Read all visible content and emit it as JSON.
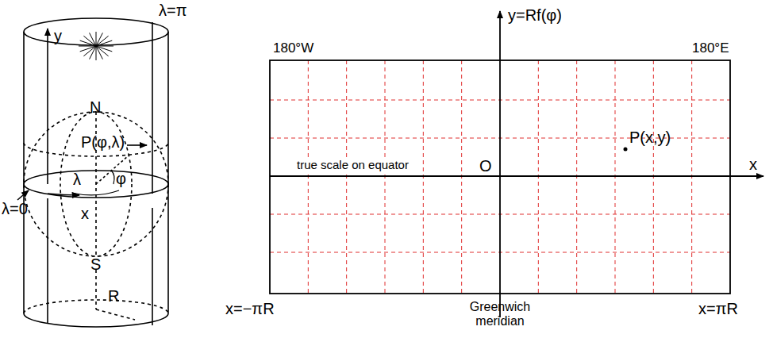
{
  "diagram": {
    "labels": [
      "λ=π",
      "y",
      "N",
      "P(φ,λ)",
      "λ",
      "φ",
      "λ=0",
      "x",
      "S",
      "R",
      "y=Rf(φ)",
      "180°W",
      "180°E",
      "P(x,y)",
      "true scale on equator",
      "O",
      "x",
      "x=−πR",
      "Greenwich meridian",
      "x=πR"
    ]
  }
}
